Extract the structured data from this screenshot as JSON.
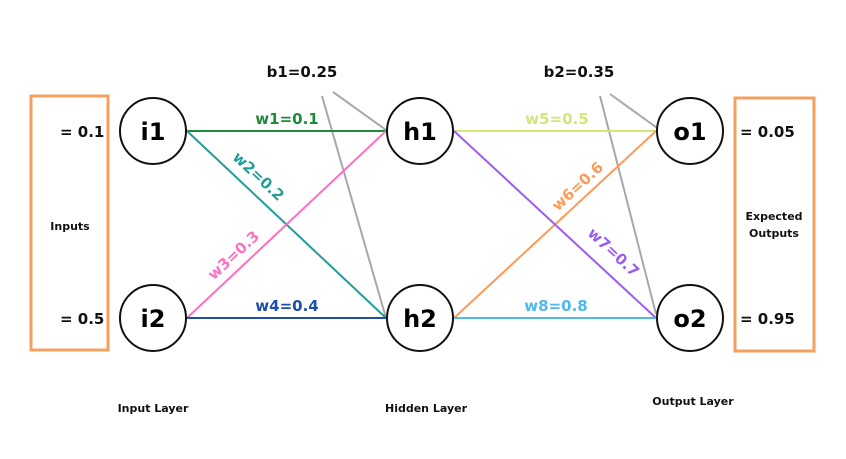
{
  "nodes": {
    "i1": "i1",
    "i2": "i2",
    "h1": "h1",
    "h2": "h2",
    "o1": "o1",
    "o2": "o2"
  },
  "inputs": {
    "i1_value": "= 0.1",
    "i2_value": "= 0.5",
    "box_label": "Inputs"
  },
  "outputs": {
    "o1_value": "= 0.05",
    "o2_value": "= 0.95",
    "box_label_line1": "Expected",
    "box_label_line2": "Outputs"
  },
  "biases": {
    "b1": "b1=0.25",
    "b2": "b2=0.35"
  },
  "weights": {
    "w1": "w1=0.1",
    "w2": "w2=0.2",
    "w3": "w3=0.3",
    "w4": "w4=0.4",
    "w5": "w5=0.5",
    "w6": "w6=0.6",
    "w7": "w7=0.7",
    "w8": "w8=0.8"
  },
  "layers": {
    "input": "Input Layer",
    "hidden": "Hidden Layer",
    "output": "Output Layer"
  },
  "colors": {
    "w1": "#1e8a3c",
    "w2": "#1f9e99",
    "w3": "#ff6fc0",
    "w4": "#1e4fa8",
    "w5": "#d4e57a",
    "w6": "#ff9955",
    "w7": "#9b5cf0",
    "w8": "#4fb8ee",
    "bias": "#a8a8a8",
    "box": "#f5a05f"
  }
}
